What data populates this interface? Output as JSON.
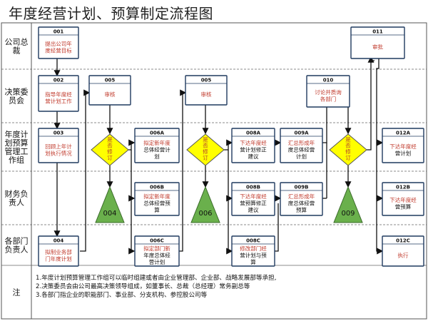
{
  "title": "年度经营计划、预算制定流程图",
  "lanes": [
    "公司总裁",
    "决策委员会",
    "年度计划预算管理工作组",
    "财务负责人",
    "各部门负责人",
    "注"
  ],
  "boxes": {
    "b001": {
      "id": "001",
      "lines": [
        "提出公司年",
        "度经营目标"
      ],
      "color": "red"
    },
    "b002": {
      "id": "002",
      "lines": [
        "指导年度经",
        "营计划工作"
      ],
      "color": "red"
    },
    "b003": {
      "id": "003",
      "lines": [
        "回顾上年计",
        "划执行情况"
      ],
      "color": "red"
    },
    "b004": {
      "id": "004",
      "lines": [
        "拟制业务部",
        "门年度计划"
      ],
      "color": "red"
    },
    "b005a": {
      "id": "005",
      "lines": [
        "审核"
      ],
      "color": "red"
    },
    "b005b": {
      "id": "005",
      "lines": [
        "审核"
      ],
      "color": "red"
    },
    "b006A": {
      "id": "006A",
      "lines": [
        "拟定新年度",
        "总体经营计",
        "划"
      ],
      "color": "mixed"
    },
    "b006B": {
      "id": "006B",
      "lines": [
        "拟定新年度",
        "总体经营预",
        "算"
      ],
      "color": "mixed"
    },
    "b006C": {
      "id": "006C",
      "lines": [
        "拟定部门新",
        "年度总体经",
        "营计划"
      ],
      "color": "mixed"
    },
    "b008A": {
      "id": "008A",
      "lines": [
        "下达年度经",
        "营计划修正",
        "建议"
      ],
      "color": "mixed"
    },
    "b008B": {
      "id": "008B",
      "lines": [
        "下达年度经",
        "营预算修正",
        "建议"
      ],
      "color": "mixed"
    },
    "b008C": {
      "id": "008C",
      "lines": [
        "修改部门经",
        "营计划与预",
        "算"
      ],
      "color": "mixed"
    },
    "b009A": {
      "id": "009A",
      "lines": [
        "汇总形成年",
        "度总体经营",
        "计划"
      ],
      "color": "mixed"
    },
    "b009B": {
      "id": "009B",
      "lines": [
        "汇总形成年",
        "度总体经营",
        "预算"
      ],
      "color": "mixed"
    },
    "b010": {
      "id": "010",
      "lines": [
        "讨论并质询",
        "各部门"
      ],
      "color": "red"
    },
    "b011": {
      "id": "011",
      "lines": [
        "审批"
      ],
      "color": "red"
    },
    "b012A": {
      "id": "012A",
      "lines": [
        "下达年度经",
        "营计划"
      ],
      "color": "mixed"
    },
    "b012B": {
      "id": "012B",
      "lines": [
        "下达年度经",
        "营预算"
      ],
      "color": "mixed"
    },
    "b012C": {
      "id": "012C",
      "lines": [
        "执行"
      ],
      "color": "red"
    }
  },
  "decisions": [
    {
      "label": "是否修订"
    },
    {
      "label": "是否修订"
    },
    {
      "label": "是否修订"
    }
  ],
  "triangles": [
    "004",
    "006",
    "009"
  ],
  "notes": [
    "1.年度计划预算管理工作组可以临时组建或者由企业管理部、企业部、战略发展部等承担,",
    "2.决策委员会由公司最高决策领导组成，如董事长、总裁（总经理）常务副总等",
    "3.各部门指企业的职能部门、事业部、分支机构、参控股公司等"
  ],
  "colors": {
    "red_text": "#c0392b",
    "decision_fill": "#ffff00",
    "triangle_fill": "#6ab04c",
    "box_border": "#1f3a5f"
  }
}
